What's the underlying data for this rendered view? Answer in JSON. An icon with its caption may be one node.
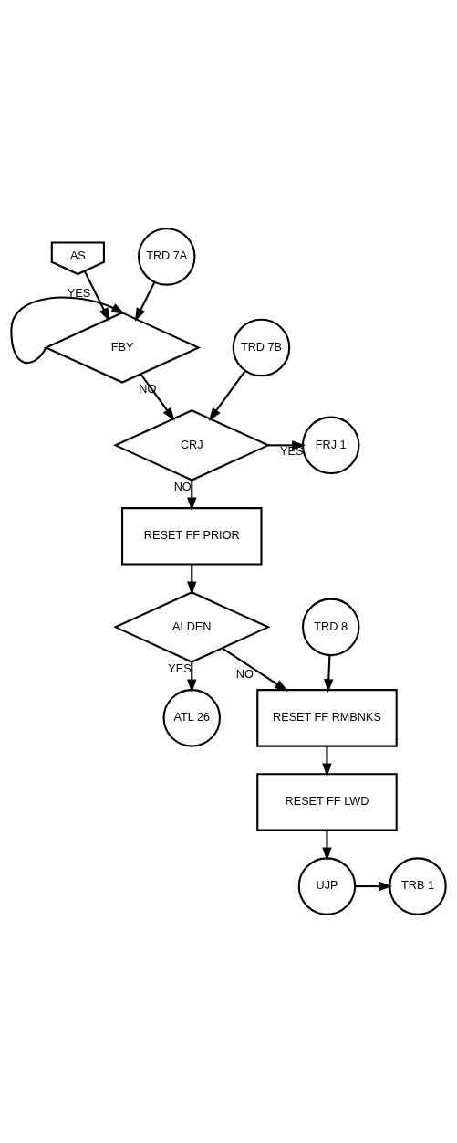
{
  "diagram": {
    "nodes": [
      {
        "text": [
          "AS"
        ]
      },
      {
        "text": [
          "TRD 7A"
        ]
      },
      {
        "text": [
          "FBY"
        ]
      },
      {
        "text": [
          "TRD 7B"
        ]
      },
      {
        "text": [
          "CRJ"
        ]
      },
      {
        "text": [
          "FRJ 1"
        ]
      },
      {
        "text": [
          "RESET FF PRIOR"
        ]
      },
      {
        "text": [
          "ALDEN"
        ]
      },
      {
        "text": [
          "ATL 26"
        ]
      },
      {
        "text": [
          "TRD 8"
        ]
      },
      {
        "text": [
          "RESET FF RMBNKS"
        ]
      },
      {
        "text": [
          "RESET FF LWD"
        ]
      },
      {
        "text": [
          "UJP"
        ]
      },
      {
        "text": [
          "TRB 1"
        ]
      }
    ],
    "edges": [
      {
        "from": 0,
        "to": 2,
        "arrow": "to"
      },
      {
        "from": 1,
        "to": 2,
        "arrow": "to"
      },
      {
        "from": 2,
        "to": 2,
        "arrow": "to",
        "label": "YES"
      },
      {
        "from": 2,
        "to": 4,
        "arrow": "to",
        "label": "NO"
      },
      {
        "from": 3,
        "to": 4,
        "arrow": "to"
      },
      {
        "from": 4,
        "to": 5,
        "arrow": "to",
        "label": "YES"
      },
      {
        "from": 4,
        "to": 6,
        "arrow": "to",
        "label": "NO"
      },
      {
        "from": 6,
        "to": 7,
        "arrow": "to"
      },
      {
        "from": 7,
        "to": 8,
        "arrow": "to",
        "label": "YES"
      },
      {
        "from": 7,
        "to": 10,
        "arrow": "to",
        "label": "NO"
      },
      {
        "from": 9,
        "to": 10,
        "arrow": "to"
      },
      {
        "from": 10,
        "to": 11,
        "arrow": "to"
      },
      {
        "from": 11,
        "to": 12,
        "arrow": "to"
      },
      {
        "from": 12,
        "to": 13,
        "arrow": "to"
      }
    ]
  }
}
